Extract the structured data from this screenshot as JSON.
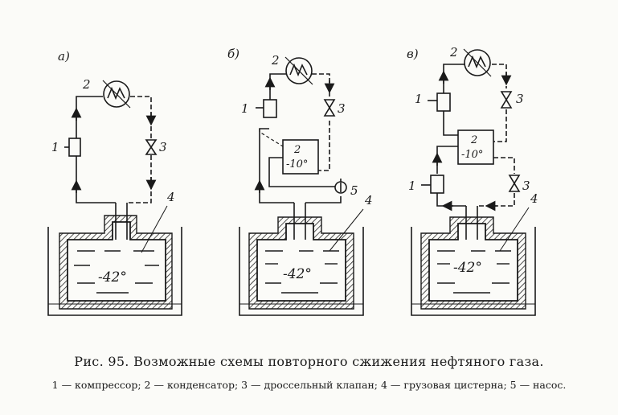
{
  "caption": {
    "title": "Рис. 95. Возможные схемы повторного сжижения нефтяного газа.",
    "legend": "1 — компрессор; 2 — конденсатор; 3 — дроссельный клапан; 4 — грузовая цистерна; 5 — насос."
  },
  "schemes": [
    {
      "letter": "а)",
      "tank_temp": "-42°",
      "labels": {
        "compressor": "1",
        "condenser": "2",
        "valve": "3",
        "tank": "4"
      }
    },
    {
      "letter": "б)",
      "tank_temp": "-42°",
      "box_label": "2",
      "box_temp": "-10°",
      "labels": {
        "compressor": "1",
        "condenser": "2",
        "valve": "3",
        "tank": "4",
        "pump": "5"
      }
    },
    {
      "letter": "в)",
      "tank_temp": "-42°",
      "box_label": "2",
      "box_temp": "-10°",
      "labels": {
        "compressor_top": "1",
        "compressor_bottom": "1",
        "condenser": "2",
        "valve_top": "3",
        "valve_bottom": "3",
        "tank": "4"
      }
    }
  ]
}
